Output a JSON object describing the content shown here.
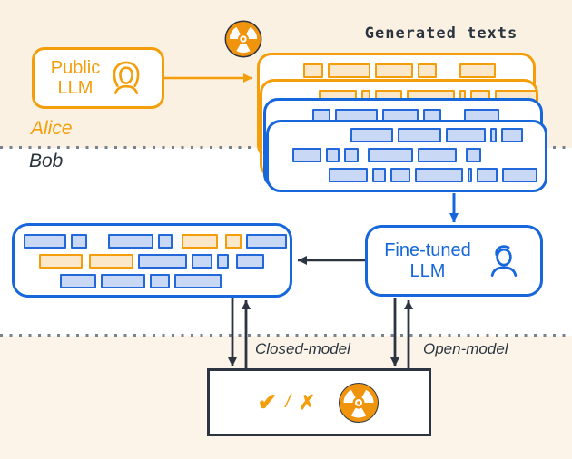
{
  "labels": {
    "alice": "Alice",
    "bob": "Bob",
    "generated_texts": "Generated texts",
    "closed_model": "Closed-model",
    "open_model": "Open-model"
  },
  "public_llm": {
    "line1": "Public",
    "line2": "LLM"
  },
  "fine_tuned_llm": {
    "line1": "Fine-tuned",
    "line2": "LLM"
  },
  "verdict": {
    "check": "✔",
    "slash": "/",
    "cross": "✗"
  },
  "icons": {
    "radioactive": "radioactive-icon",
    "woman_user": "woman-user-icon",
    "man_user": "man-user-icon"
  },
  "colors": {
    "orange": "#f59e0b",
    "blue": "#1666dc",
    "dark": "#2b3440",
    "cream_top": "#fbf1e2",
    "cream_bottom": "#fcf4e8",
    "token_blue_fill": "#c9d9f5",
    "token_orange_fill": "#fbe7c9"
  },
  "tokens": {
    "card_back_orange": [
      {
        "ml": 48,
        "toks": [
          {
            "w": 22,
            "c": "o"
          },
          {
            "w": 47,
            "c": "o"
          },
          {
            "w": 42,
            "c": "o"
          },
          {
            "w": 21,
            "c": "o"
          },
          {
            "w": 40,
            "c": "o",
            "ml": 20
          }
        ]
      }
    ],
    "card_mid_orange": [
      {
        "ml": 62,
        "toks": [
          {
            "w": 42,
            "c": "o"
          },
          {
            "w": 10,
            "c": "o"
          },
          {
            "w": 30,
            "c": "o"
          },
          {
            "w": 53,
            "c": "o"
          },
          {
            "w": 7,
            "c": "o"
          },
          {
            "w": 22,
            "c": "o"
          },
          {
            "w": 47,
            "c": "o"
          }
        ]
      }
    ],
    "card_mid_blue": [
      {
        "ml": 51,
        "toks": [
          {
            "w": 20,
            "c": "b"
          },
          {
            "w": 47,
            "c": "b"
          },
          {
            "w": 40,
            "c": "b"
          },
          {
            "w": 20,
            "c": "b"
          },
          {
            "w": 39,
            "c": "b",
            "ml": 20
          }
        ]
      }
    ],
    "card_front_blue": [
      {
        "ml": 90,
        "toks": [
          {
            "w": 47,
            "c": "b"
          },
          {
            "w": 48,
            "c": "b"
          },
          {
            "w": 44,
            "c": "b"
          },
          {
            "w": 7,
            "c": "b"
          },
          {
            "w": 24,
            "c": "b"
          }
        ]
      },
      {
        "ml": 26,
        "toks": [
          {
            "w": 32,
            "c": "b"
          },
          {
            "w": 15,
            "c": "b"
          },
          {
            "w": 16,
            "c": "b"
          },
          {
            "w": 50,
            "c": "b",
            "ml": 5
          },
          {
            "w": 43,
            "c": "b"
          },
          {
            "w": 17,
            "c": "b",
            "ml": 5
          }
        ]
      },
      {
        "ml": 66,
        "toks": [
          {
            "w": 43,
            "c": "b"
          },
          {
            "w": 15,
            "c": "b"
          },
          {
            "w": 22,
            "c": "b"
          },
          {
            "w": 53,
            "c": "b"
          },
          {
            "w": 5,
            "c": "b"
          },
          {
            "w": 23,
            "c": "b"
          },
          {
            "w": 39,
            "c": "b"
          }
        ]
      }
    ],
    "bob_corpus": [
      {
        "ml": 10,
        "toks": [
          {
            "w": 47,
            "c": "b"
          },
          {
            "w": 18,
            "c": "b"
          },
          {
            "w": 50,
            "c": "b",
            "ml": 18
          },
          {
            "w": 16,
            "c": "b"
          },
          {
            "w": 40,
            "c": "o",
            "ml": 5
          },
          {
            "w": 18,
            "c": "o",
            "ml": 3
          },
          {
            "w": 45,
            "c": "b"
          }
        ]
      },
      {
        "ml": 27,
        "toks": [
          {
            "w": 48,
            "c": "o"
          },
          {
            "w": 49,
            "c": "o",
            "ml": 2
          },
          {
            "w": 54,
            "c": "b"
          },
          {
            "w": 23,
            "c": "b"
          },
          {
            "w": 13,
            "c": "b"
          },
          {
            "w": 31,
            "c": "b",
            "ml": 3
          }
        ]
      },
      {
        "ml": 50,
        "toks": [
          {
            "w": 40,
            "c": "b"
          },
          {
            "w": 49,
            "c": "b"
          },
          {
            "w": 22,
            "c": "b"
          },
          {
            "w": 52,
            "c": "b"
          }
        ]
      }
    ]
  }
}
